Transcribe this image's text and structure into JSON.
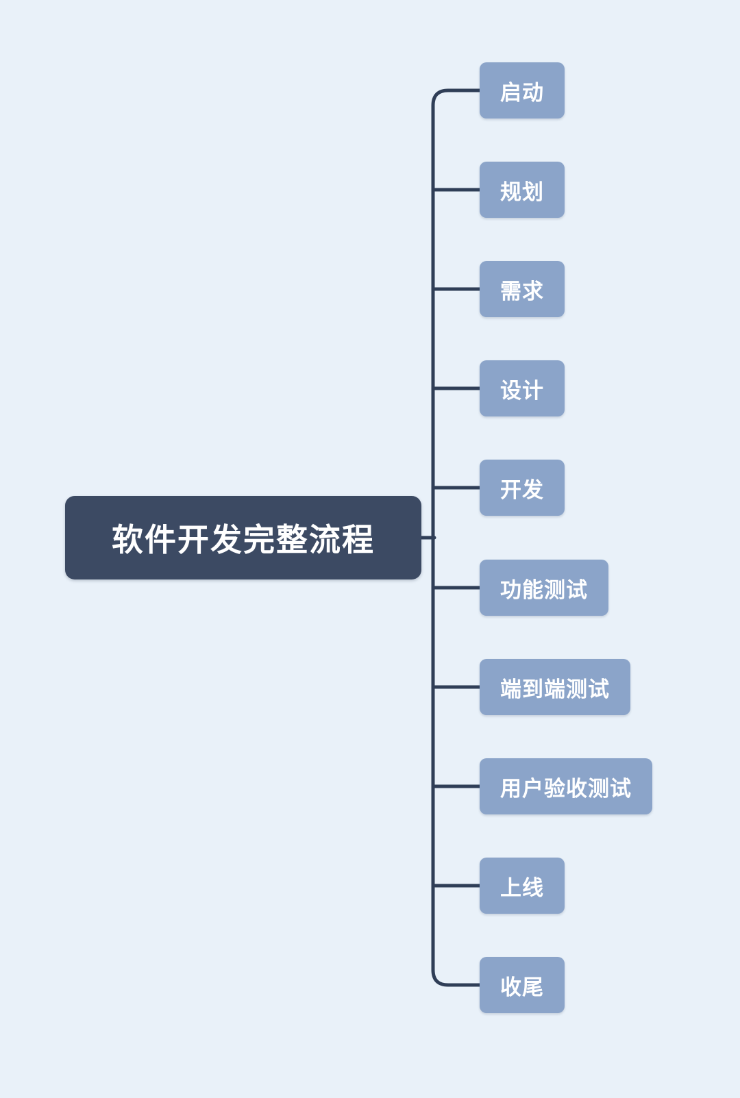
{
  "diagram": {
    "type": "mindmap",
    "root": {
      "label": "软件开发完整流程"
    },
    "nodes": [
      {
        "id": "initiation",
        "label": "启动"
      },
      {
        "id": "planning",
        "label": "规划"
      },
      {
        "id": "requirements",
        "label": "需求"
      },
      {
        "id": "design",
        "label": "设计"
      },
      {
        "id": "development",
        "label": "开发"
      },
      {
        "id": "functional-testing",
        "label": "功能测试"
      },
      {
        "id": "end-to-end-testing",
        "label": "端到端测试"
      },
      {
        "id": "user-acceptance-testing",
        "label": "用户验收测试"
      },
      {
        "id": "launch",
        "label": "上线"
      },
      {
        "id": "closing",
        "label": "收尾"
      }
    ],
    "colors": {
      "background": "#e9f1f9",
      "root_background": "#3c4a63",
      "node_background": "#8ba4c9",
      "connector": "#2f3e57",
      "text": "#ffffff"
    }
  }
}
